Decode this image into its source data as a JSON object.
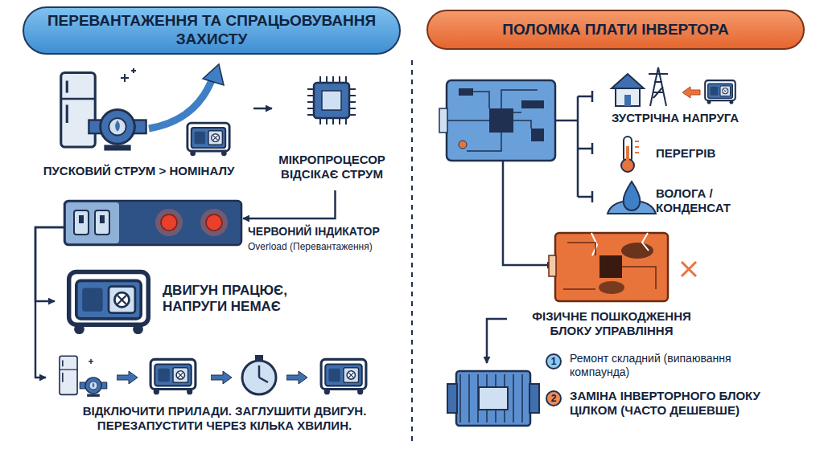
{
  "diagram": {
    "nodes": [
      {
        "text": [
          "ПЕРЕВАНТАЖЕННЯ ТА СПРАЦЬОВУВАННЯ ЗАХИСТУ"
        ]
      },
      {
        "text": [
          "ПОЛОМКА ПЛАТИ ІНВЕРТОРА"
        ]
      },
      {
        "text": [
          "ПУСКОВИЙ СТРУМ > НОМІНАЛУ"
        ]
      },
      {
        "text": [
          "МІКРОПРОЦЕСОР ВІДСІКАЄ СТРУМ"
        ]
      },
      {
        "text": [
          "ЧЕРВОНИЙ ІНДИКАТОР",
          "Overload (Перевантаження)"
        ]
      },
      {
        "text": [
          "ДВИГУН ПРАЦЮЄ, НАПРУГИ НЕМАЄ"
        ]
      },
      {
        "text": [
          "ВІДКЛЮЧИТИ ПРИЛАДИ. ЗАГЛУШИТИ ДВИГУН. ПЕРЕЗАПУСТИТИ ЧЕРЕЗ КІЛЬКА ХВИЛИН."
        ]
      },
      {
        "text": [
          "ЗУСТРІЧНА НАПРУГА"
        ]
      },
      {
        "text": [
          "ПЕРЕГРІВ"
        ]
      },
      {
        "text": [
          "ВОЛОГА / КОНДЕНСАТ"
        ]
      },
      {
        "text": [
          "ФІЗИЧНЕ ПОШКОДЖЕННЯ БЛОКУ УПРАВЛІННЯ"
        ]
      },
      {
        "text": [
          "1",
          "Ремонт складний (випаювання компаунда)"
        ]
      },
      {
        "text": [
          "2",
          "ЗАМІНА ІНВЕРТОРНОГО БЛОКУ ЦІЛКОМ (ЧАСТО ДЕШЕВШЕ)"
        ]
      }
    ],
    "edges": [
      {
        "from": 2,
        "to": 3,
        "arrow": "to"
      },
      {
        "from": 3,
        "to": 4,
        "arrow": "to"
      },
      {
        "from": 4,
        "to": 5,
        "arrow": "to"
      },
      {
        "from": 4,
        "to": 6,
        "arrow": "to"
      }
    ]
  }
}
